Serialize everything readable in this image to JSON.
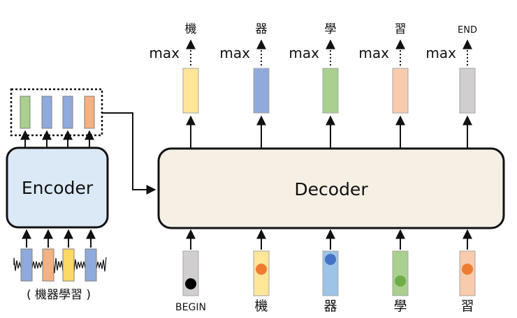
{
  "encoder": {
    "label": "Encoder",
    "input_caption": "( 機器學習 )",
    "output_vector_colors": [
      "#a9d08e",
      "#8faadc",
      "#8faadc",
      "#f4b183"
    ],
    "input_vector_colors": [
      "#8faadc",
      "#f4b183",
      "#ffd966",
      "#8faadc"
    ]
  },
  "decoder": {
    "label": "Decoder",
    "outputs": [
      {
        "token": "機",
        "op": "max",
        "color": "#ffe699"
      },
      {
        "token": "器",
        "op": "max",
        "color": "#8faadc"
      },
      {
        "token": "學",
        "op": "max",
        "color": "#a9d08e"
      },
      {
        "token": "習",
        "op": "max",
        "color": "#f8cbad"
      },
      {
        "token": "END",
        "op": "max",
        "color": "#d0cece"
      }
    ],
    "inputs": [
      {
        "token": "BEGIN",
        "color": "#d0cece",
        "dot": "#000000"
      },
      {
        "token": "機",
        "color": "#ffe699",
        "dot": "#ed7d31"
      },
      {
        "token": "器",
        "color": "#9dc3e6",
        "dot": "#4472c4"
      },
      {
        "token": "學",
        "color": "#a9d08e",
        "dot": "#70ad47"
      },
      {
        "token": "習",
        "color": "#f8cbad",
        "dot": "#ed7d31"
      }
    ]
  },
  "colors": {
    "encoder_fill": "#dbe9f7",
    "decoder_fill": "#f5efe4",
    "stroke": "#111111"
  }
}
